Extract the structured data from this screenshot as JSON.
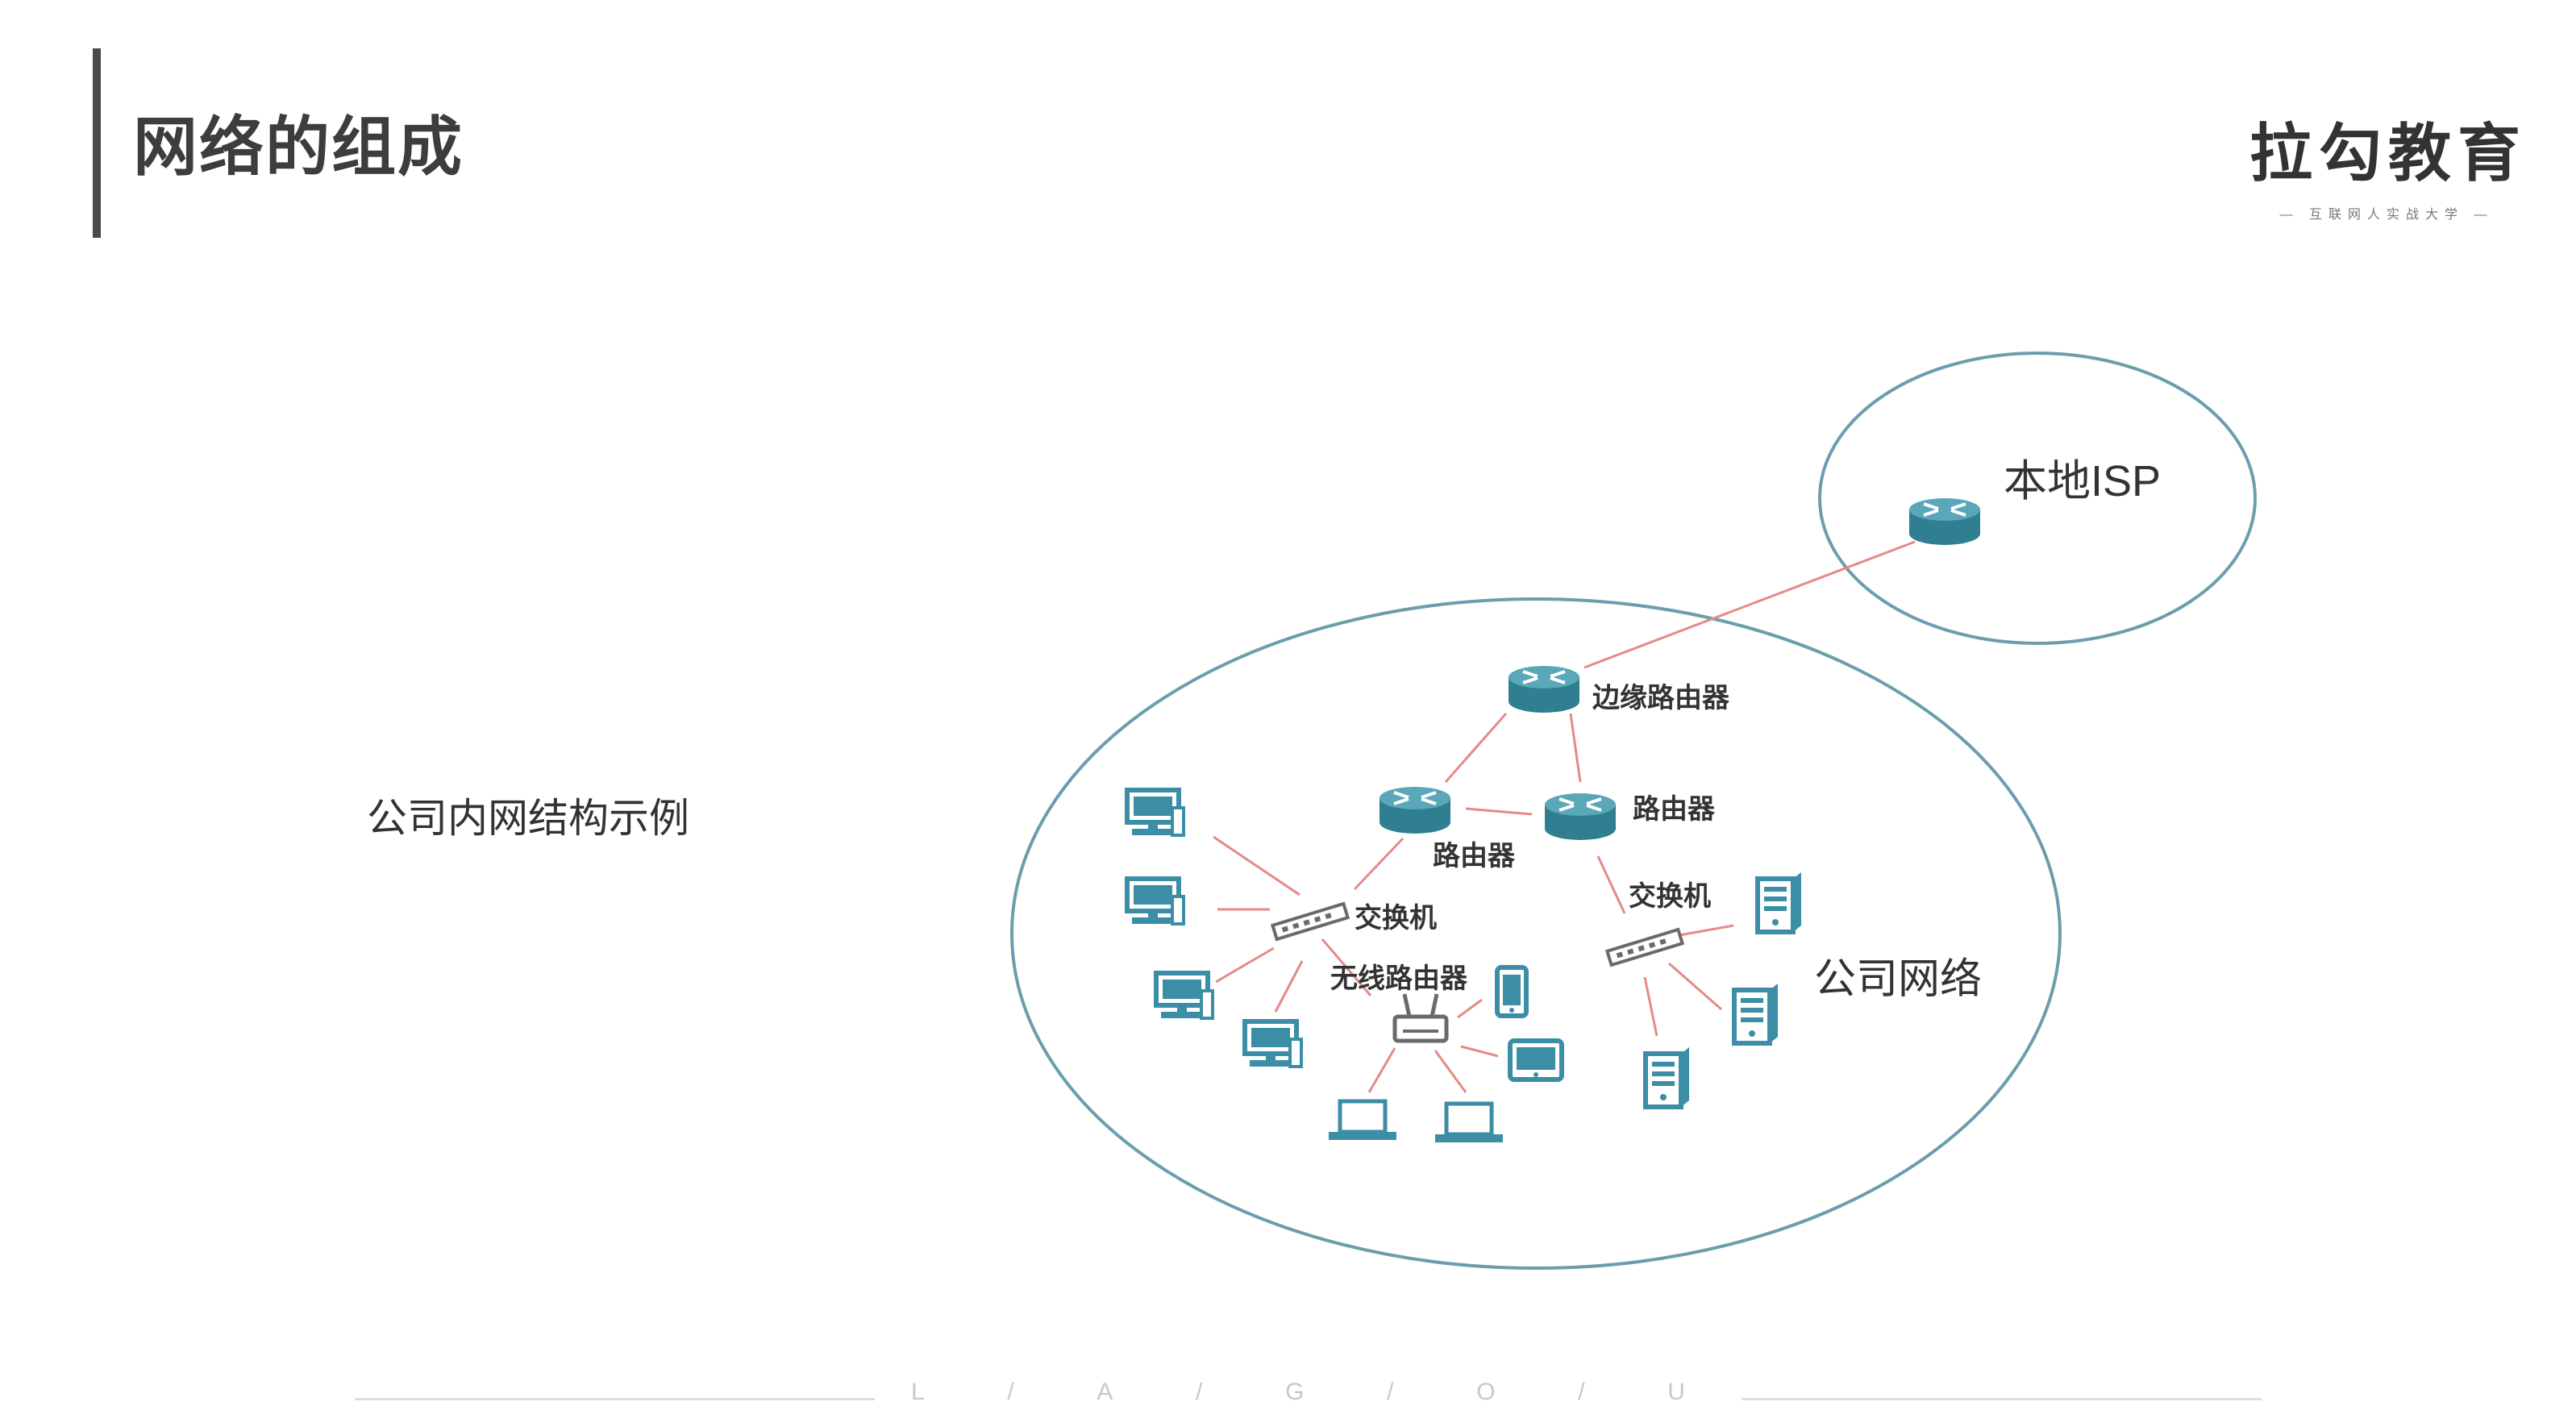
{
  "page_title": "网络的组成",
  "brand": {
    "name": "拉勾教育",
    "slogan": "— 互联网人实战大学 —"
  },
  "side_label": "公司内网结构示例",
  "diagram": {
    "isp_label": "本地ISP",
    "company_label": "公司网络",
    "edge_router_label": "边缘路由器",
    "router_left_label": "路由器",
    "router_right_label": "路由器",
    "switch_left_label": "交换机",
    "switch_right_label": "交换机",
    "wireless_router_label": "无线路由器"
  },
  "footer": {
    "letters": [
      "L",
      "/",
      "A",
      "/",
      "G",
      "/",
      "O",
      "/",
      "U"
    ]
  },
  "colors": {
    "ellipse": "#6b9ead",
    "link": "#e58a87",
    "device": "#3b8ea5",
    "router": "#2f7f90"
  }
}
